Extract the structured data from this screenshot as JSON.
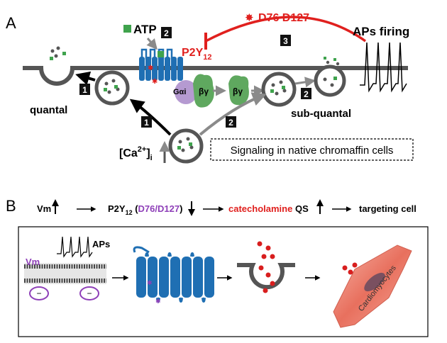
{
  "panel_a": {
    "label": "A",
    "atp_label": "ATP",
    "receptor_label": "P2Y",
    "receptor_subscript": "12",
    "mutation_label": "D76 D127",
    "aps_firing_label": "APs firing",
    "galpha_label": "Gαi",
    "betagamma_label_1": "βγ",
    "betagamma_label_2": "βγ",
    "quantal_label": "quantal",
    "subquantal_label": "sub-quantal",
    "calcium_ion": "[Ca",
    "calcium_charge": "2+",
    "calcium_close": "]",
    "calcium_subscript": "i",
    "signaling_box_label": "Signaling in native chromaffin cells",
    "step_badges": [
      "1",
      "1",
      "2",
      "2",
      "3"
    ]
  },
  "panel_b": {
    "label": "B",
    "chain": {
      "vm": "Vm",
      "receptor": "P2Y",
      "receptor_subscript": "12",
      "receptor_paren_open": " (",
      "mutation": "D76/D127",
      "receptor_paren_close": ")",
      "catecholamine": "catecholamine",
      "qs": "QS",
      "target": "targeting cell"
    },
    "aps_label": "APs",
    "vm_label": "Vm",
    "minus_signs": [
      "−",
      "−"
    ],
    "cell_label": "Cardiomyocytes"
  },
  "colors": {
    "red": "#e0201e",
    "purple": "#8e3fb8",
    "blue": "#1f6fb3",
    "green": "#3fa34d",
    "gray": "#5a5a5a"
  }
}
